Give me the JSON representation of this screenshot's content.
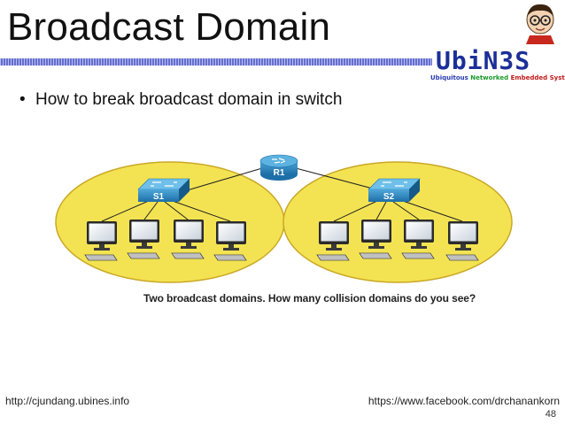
{
  "slide": {
    "title": "Broadcast Domain",
    "bullet": "How to break broadcast domain in switch",
    "bullet_marker": "•",
    "caption": "Two broadcast domains. How many collision domains do you see?",
    "footer_left": "http://cjundang.ubines.info",
    "footer_right": "https://www.facebook.com/drchanankorn",
    "page_number": "48"
  },
  "logo": {
    "name": "UbiN3S",
    "tag_1": "Ubiquitous",
    "tag_2": "Networked",
    "tag_3": "Embedded System"
  },
  "diagram": {
    "router_label": "R1",
    "switch_left_label": "S1",
    "switch_right_label": "S2",
    "domain_fill": "#f3e352",
    "domain_stroke": "#caa826",
    "accent": "#4a55c8"
  }
}
